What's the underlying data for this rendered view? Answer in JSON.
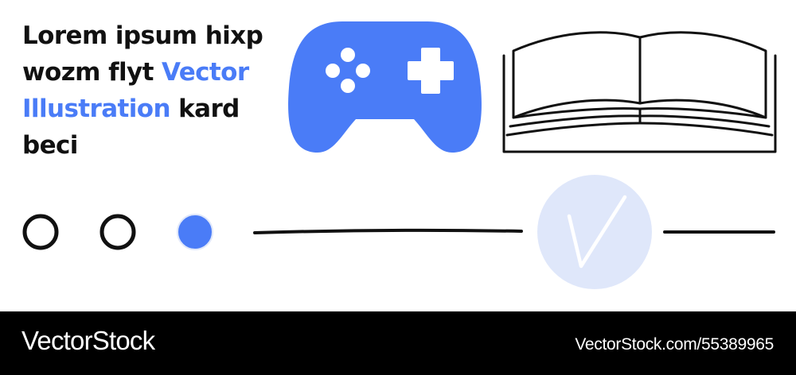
{
  "headline": {
    "pre": "Lorem ipsum hixp wozm flyt ",
    "accent": "Vector Illustration",
    "post": " kard beci"
  },
  "icons": {
    "gamepad": "gamepad-icon",
    "book": "open-book-icon",
    "checkmark": "checkmark-icon"
  },
  "progress": {
    "steps": [
      {
        "state": "outline"
      },
      {
        "state": "outline"
      },
      {
        "state": "filled"
      }
    ]
  },
  "colors": {
    "accent": "#4a7cf7",
    "accent_light": "#dfe7fa",
    "ink": "#111111",
    "footer_bg": "#000000"
  },
  "footer": {
    "brand": "VectorStock",
    "ref": "VectorStock.com/55389965"
  }
}
